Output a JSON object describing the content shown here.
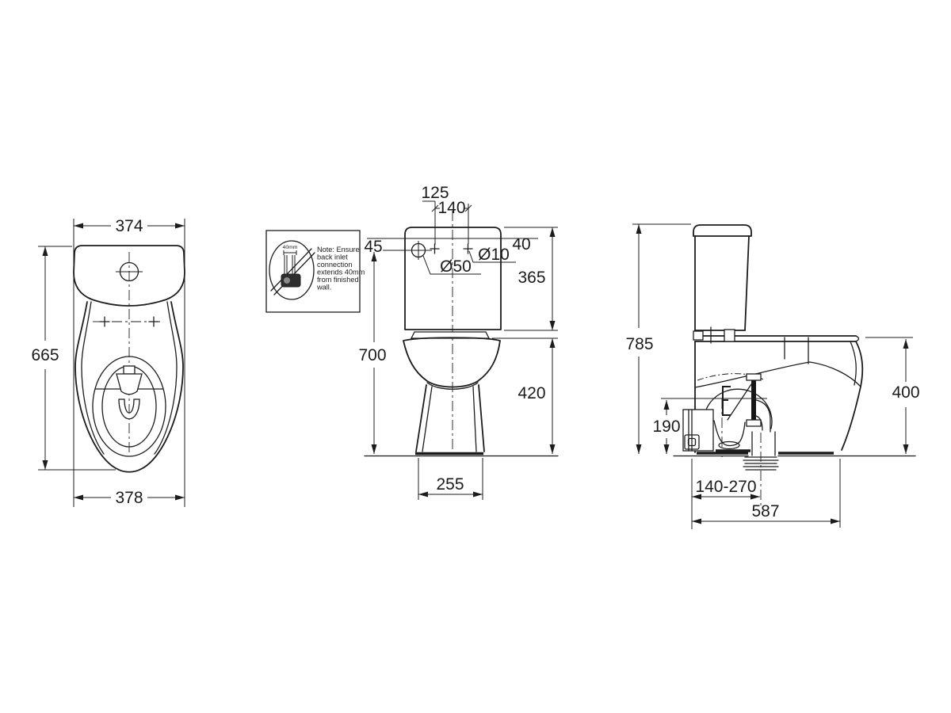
{
  "front": {
    "top_width": "374",
    "overall_height": "665",
    "bottom_width": "378"
  },
  "back": {
    "hole_offset": "125",
    "hole_spacing": "140",
    "inlet_drop": "45",
    "hole_drop": "40",
    "inlet_dia": "Ø50",
    "hole_dia": "Ø10",
    "cistern_height": "365",
    "inlet_height": "700",
    "pan_section_height": "420",
    "base_width": "255"
  },
  "side": {
    "overall_height": "785",
    "pan_height": "400",
    "outlet_height": "190",
    "outlet_setout": "140-270",
    "overall_depth": "587"
  },
  "note": {
    "detail_dim": "40mm",
    "lines": [
      "Note: Ensure",
      "back inlet",
      "connection",
      "extends 40mm",
      "from finished",
      "wall."
    ]
  }
}
